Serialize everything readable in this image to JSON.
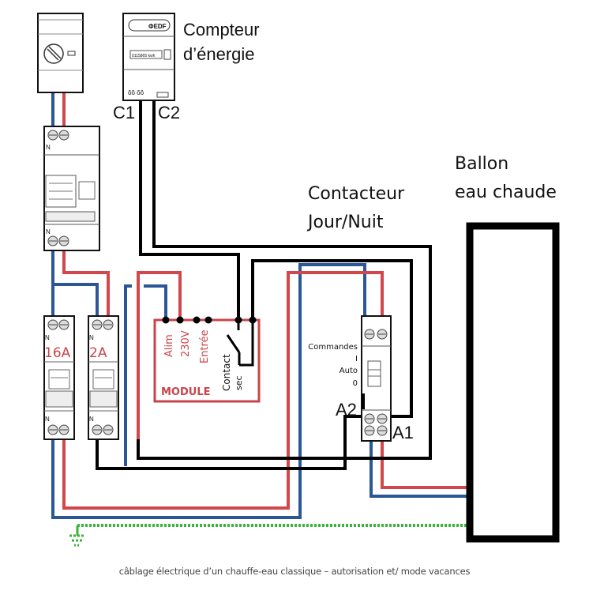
{
  "labels": {
    "meter_title_line1": "Compteur",
    "meter_title_line2": "d’énergie",
    "meter_brand": "ΦEDF",
    "meter_display": "0115865 kwh",
    "c1": "C1",
    "c2": "C2",
    "contactor_title_line1": "Contacteur",
    "contactor_title_line2": "Jour/Nuit",
    "tank_title_line1": "Ballon",
    "tank_title_line2": "eau chaude",
    "breaker_16a": "16A",
    "breaker_2a": "2A",
    "neutral": "N",
    "module_alim": "Alim",
    "module_230v": "230V",
    "module_entree": "Entrée",
    "module_contact": "Contact",
    "module_sec": "sec",
    "module_name": "MODULE",
    "commandes": "Commandes",
    "cmd_on": "I",
    "cmd_auto": "Auto",
    "cmd_off": "0",
    "a1": "A1",
    "a2": "A2"
  },
  "caption": "câblage électrique d’un chauffe-eau classique – autorisation et/ mode vacances",
  "colors": {
    "phase": "#d2474c",
    "neutral": "#2c5796",
    "control": "#000000",
    "earth": "#3bb33b",
    "module_border": "#c9444a"
  }
}
